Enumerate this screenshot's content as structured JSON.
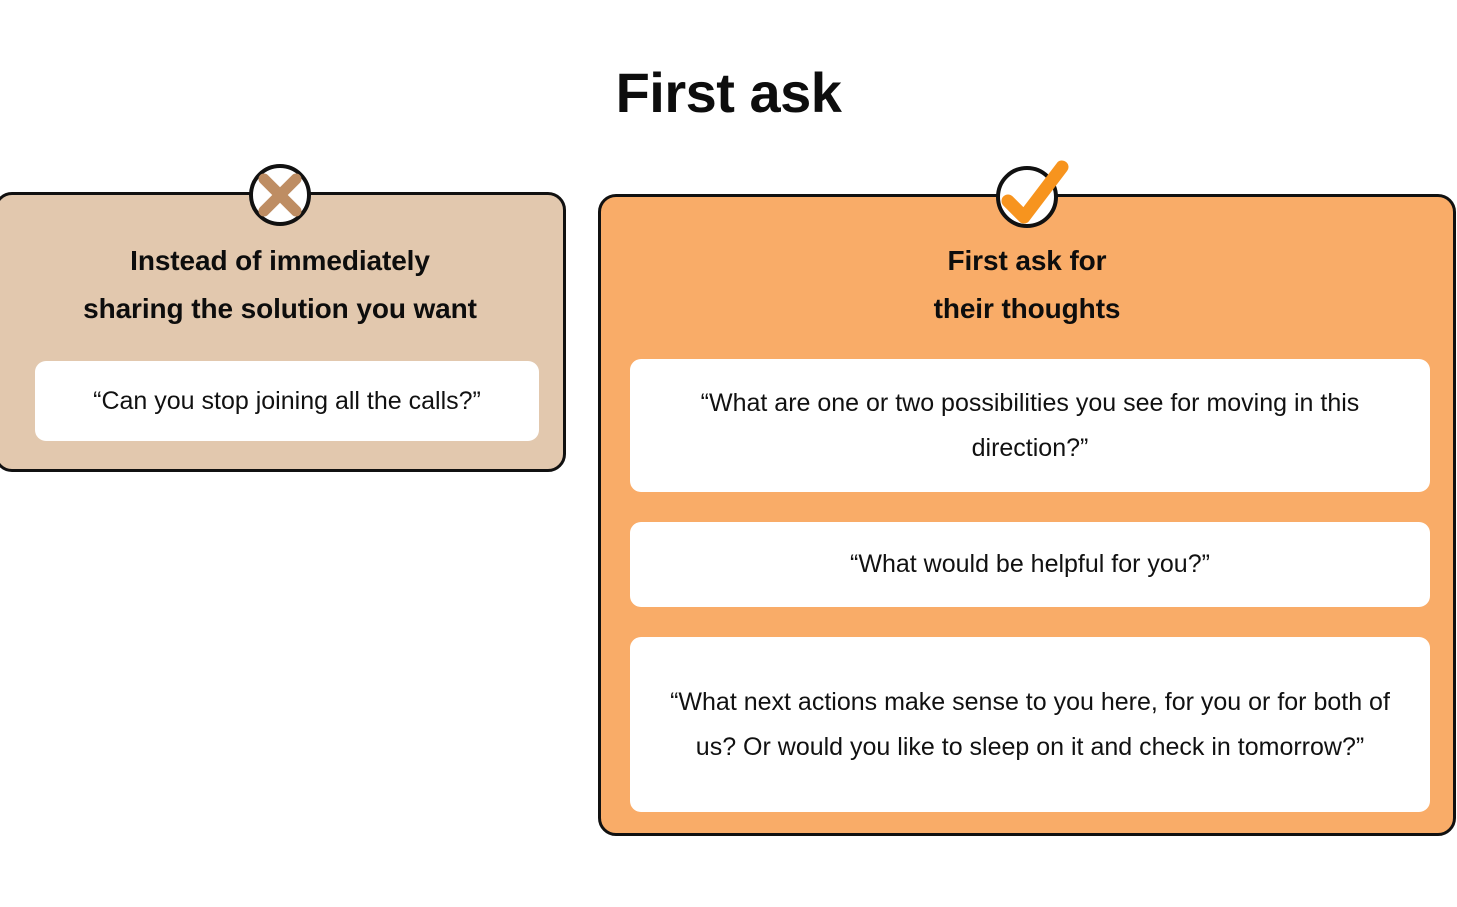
{
  "page": {
    "title": "First ask",
    "background_color": "#ffffff"
  },
  "colors": {
    "tan_card": "#e2c8ae",
    "orange_card": "#f9ac68",
    "x_mark": "#be8d63",
    "check_mark": "#f7941e",
    "border": "#111111",
    "quote_box": "#ffffff",
    "text": "#111111"
  },
  "cards": [
    {
      "id": "negative",
      "badge_icon": "x-mark-icon",
      "heading_line_1": "Instead of immediately",
      "heading_line_2": "sharing the solution you want",
      "quotes": [
        "“Can you stop joining all the calls?”"
      ]
    },
    {
      "id": "positive",
      "badge_icon": "check-mark-icon",
      "heading_line_1": "First ask for",
      "heading_line_2": "their thoughts",
      "quotes": [
        "“What are one or two possibilities you see for moving in this direction?”",
        "“What would be helpful for you?”",
        "“What next actions make sense to you here, for you or for both of us? Or would you like to sleep on it and check in tomorrow?”"
      ]
    }
  ]
}
